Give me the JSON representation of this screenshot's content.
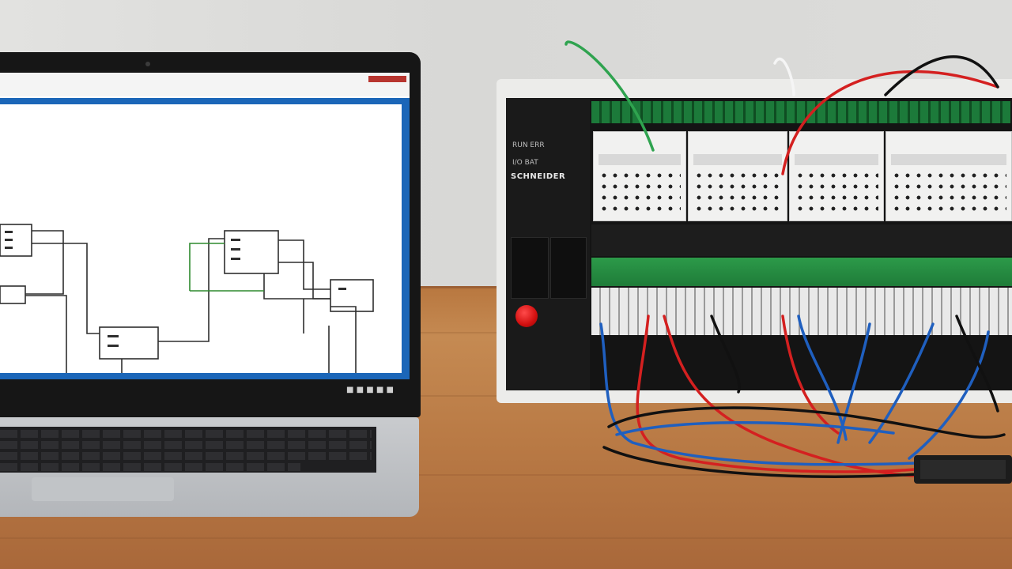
{
  "scene": {
    "wall_color": "#dcdcda",
    "desk_color": "#b97a45"
  },
  "laptop": {
    "screen_app": {
      "accent_color": "#1b66b8"
    },
    "taskbar_text": "■ ■ ■ ■ ■"
  },
  "plc": {
    "cpu_label": "SCHNEIDER",
    "led_rows": [
      "RUN ERR",
      "I/O BAT"
    ],
    "status_button_color": "#d10f0f",
    "terminal_color": "#1f7c39"
  },
  "wires": {
    "colors": [
      "#1f5fbf",
      "#d42020",
      "#111111",
      "#2fa34f"
    ]
  }
}
